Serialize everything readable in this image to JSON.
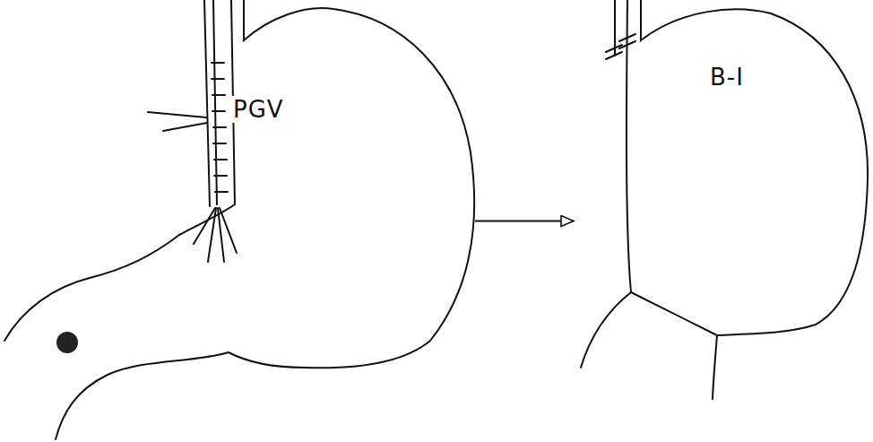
{
  "diagram": {
    "nodes": [
      {
        "text": [
          "PGV"
        ]
      },
      {
        "text": [
          "B-I"
        ]
      }
    ],
    "edges": [
      {
        "from": 0,
        "to": 1,
        "arrow": "to"
      }
    ]
  }
}
